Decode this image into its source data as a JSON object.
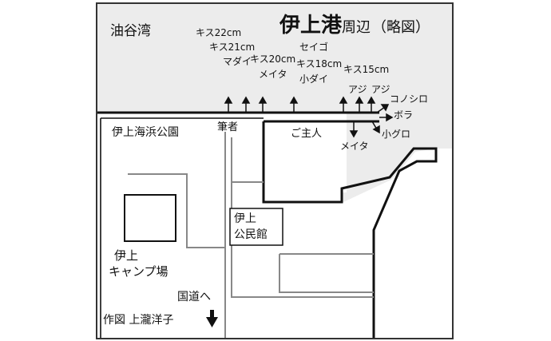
{
  "title": {
    "main": "伊上港",
    "sub": "周辺",
    "paren": "（略図）"
  },
  "places": {
    "bay": "油谷湾",
    "park": "伊上海浜公園",
    "angler": "筆者",
    "hall_line1": "伊上",
    "hall_line2": "公民館",
    "camp_line1": "伊上",
    "camp_line2": "キャンプ場",
    "highway": "国道へ",
    "owner": "ご主人"
  },
  "catches": {
    "kisu22": "キス22cm",
    "kisu21": "キス21cm",
    "madai": "マダイ",
    "kisu20": "キス20cm",
    "meita_top": "メイタ",
    "seigo": "セイゴ",
    "kisu18": "キス18cm",
    "kodai": "小ダイ",
    "kisu15": "キス15cm",
    "aji1": "アジ",
    "aji2": "アジ",
    "konoshiro": "コノシロ",
    "bora": "ボラ",
    "koguro": "小グロ",
    "meita_bottom": "メイタ"
  },
  "credit": "作図 上瀧洋子",
  "colors": {
    "sea": "#ececec",
    "land": "#ffffff",
    "line": "#111111",
    "frame": "#333333"
  },
  "icons": {
    "direction_arrow": "arrow-down-icon",
    "cast_arrow": "arrow-up-icon"
  }
}
